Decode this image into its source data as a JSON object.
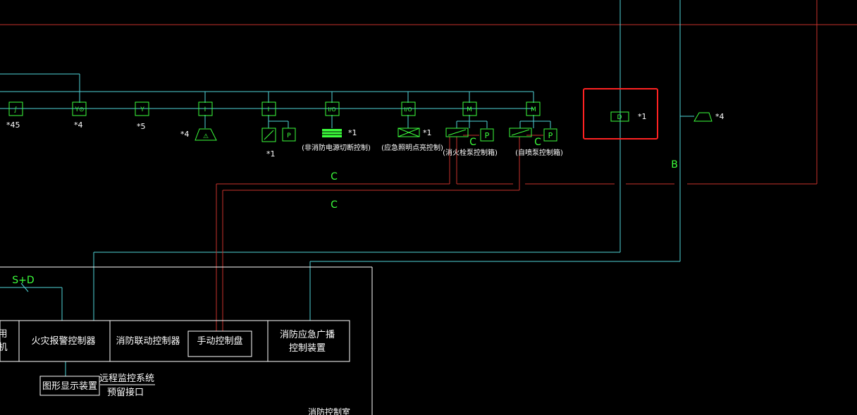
{
  "colors": {
    "background": "#000000",
    "cyan": "#4fd3d8",
    "red": "#c8322d",
    "green": "#3cff3c",
    "white": "#ffffff",
    "highlight": "#ff2222"
  },
  "devices": [
    {
      "glyph": "∫",
      "mult": "*45"
    },
    {
      "glyph": "Y⊙",
      "mult": "*4"
    },
    {
      "glyph": "Y",
      "mult": "*5"
    },
    {
      "glyph": "I",
      "mult": "*4"
    },
    {
      "glyph": "I",
      "mult": "*1"
    },
    {
      "glyph": "I/O",
      "mult": "*1",
      "caption": "(非消防电源切断控制)"
    },
    {
      "glyph": "I/O",
      "mult": "*1",
      "caption": "(应急照明点亮控制)"
    },
    {
      "glyph": "M",
      "caption": "(消火栓泵控制箱)"
    },
    {
      "glyph": "M",
      "caption": "(自喷泵控制箱)"
    }
  ],
  "pressure_label": "P",
  "bell_glyph": "⚠",
  "speaker": {
    "mult": "*4"
  },
  "highlighted_device": {
    "glyph": "D",
    "mult": "*1"
  },
  "line_labels": {
    "c1": "C",
    "c2": "C",
    "c3": "C",
    "c4": "C",
    "b": "B",
    "sd": "S+D"
  },
  "control_room": {
    "cut_left": "用\n机",
    "fire_alarm_controller": "火灾报警控制器",
    "linkage_controller": "消防联动控制器",
    "manual_panel": "手动控制盘",
    "broadcast_line1": "消防应急广播",
    "broadcast_line2": "控制装置",
    "graphic_display": "图形显示装置",
    "remote_line1": "远程监控系统",
    "remote_line2": "预留接口",
    "room_title": "消防控制室"
  }
}
